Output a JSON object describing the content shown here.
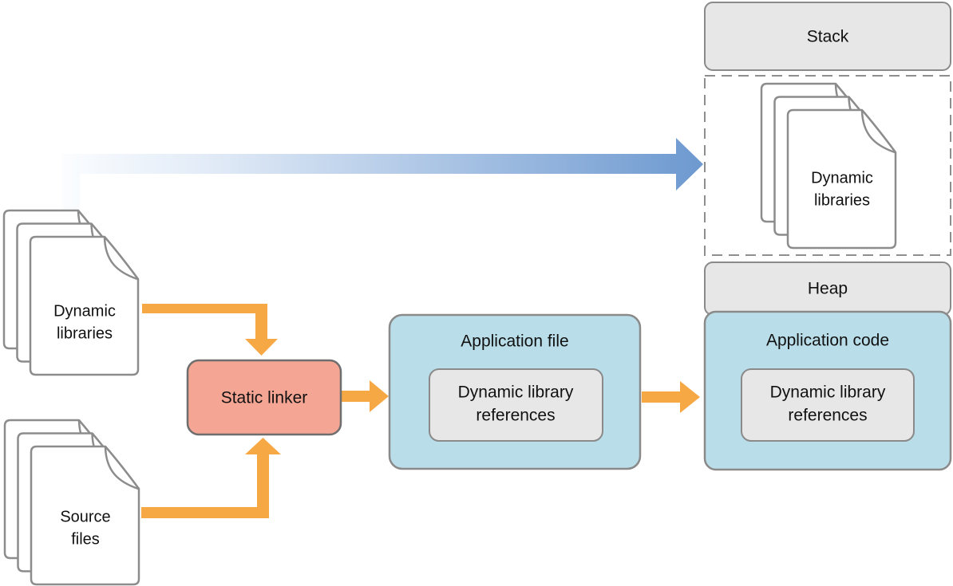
{
  "colors": {
    "orange": "#f6a845",
    "blue_fill": "#badee9",
    "salmon_fill": "#f5a593",
    "gray_fill": "#e7e7e7",
    "border_gray": "#8a8a8a",
    "border_dark": "#6e6e6e",
    "doc_stroke": "#8c8c8c",
    "dash_border": "#8e8e8e",
    "arrow_blue_start": "#fbfdff",
    "arrow_blue_mid": "#dfe9f6",
    "arrow_blue_end": "#6d99d0",
    "text": "#111111"
  },
  "memory": {
    "stack_label": "Stack",
    "heap_label": "Heap",
    "libs": {
      "line1": "Dynamic",
      "line2": "libraries"
    },
    "app_code": {
      "title": "Application code",
      "ref_line1": "Dynamic library",
      "ref_line2": "references"
    }
  },
  "build": {
    "libs": {
      "line1": "Dynamic",
      "line2": "libraries"
    },
    "sources": {
      "line1": "Source",
      "line2": "files"
    },
    "linker_label": "Static linker",
    "app_file": {
      "title": "Application file",
      "ref_line1": "Dynamic library",
      "ref_line2": "references"
    }
  }
}
